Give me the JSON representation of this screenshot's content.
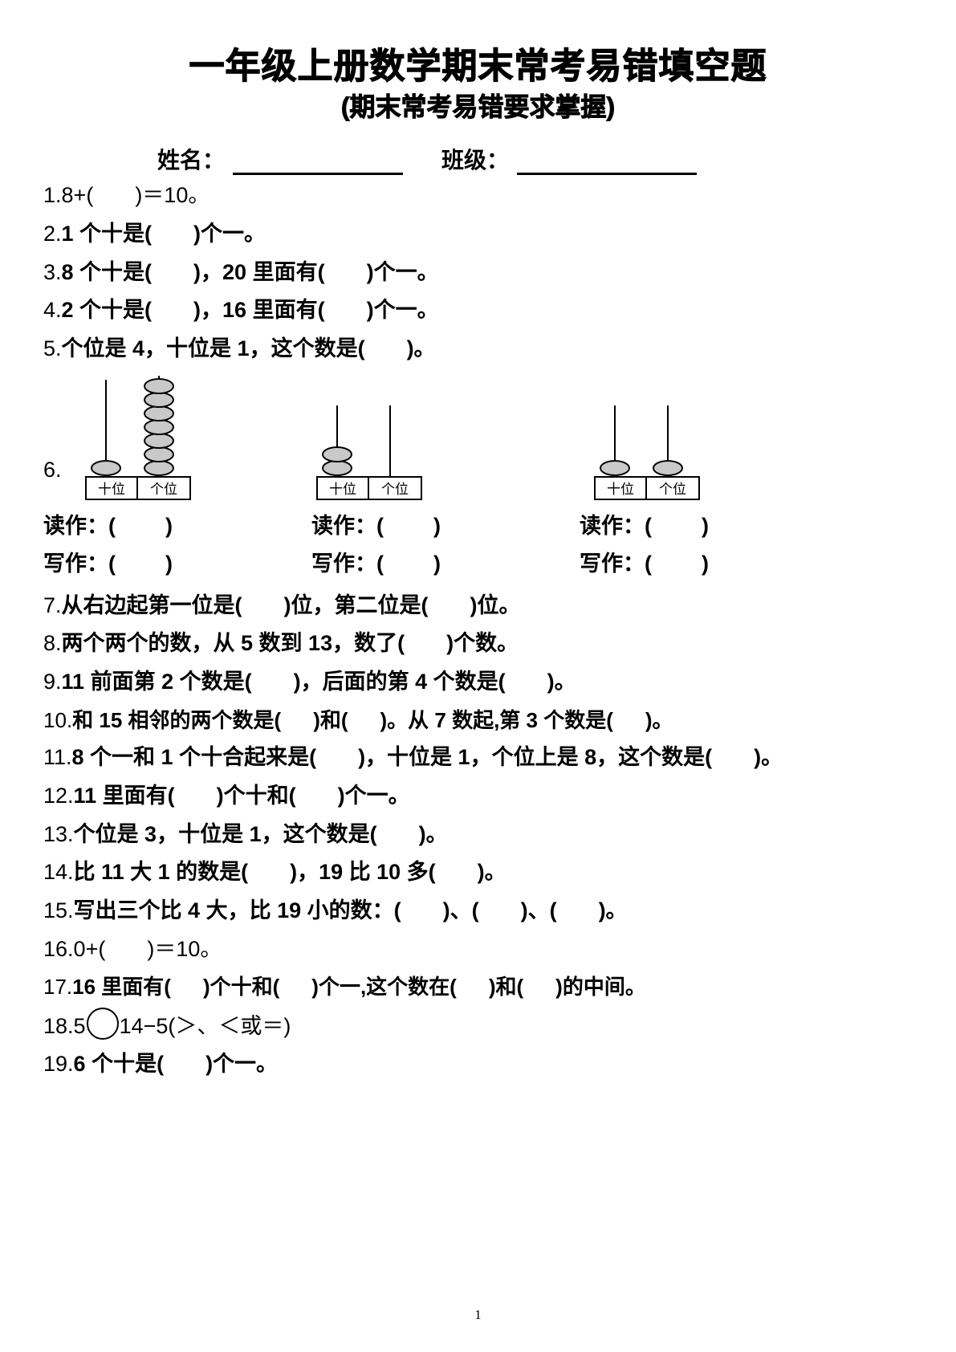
{
  "document": {
    "title_main": "一年级上册数学期末常考易错填空题",
    "title_sub": "(期末常考易错要求掌握)",
    "page_number": "1"
  },
  "id_row": {
    "name_label": "姓名：",
    "class_label": "班级："
  },
  "abacus_labels": {
    "tens": "十位",
    "ones": "个位"
  },
  "abacuses": [
    {
      "tens_beads": 1,
      "ones_beads": 7
    },
    {
      "tens_beads": 2,
      "ones_beads": 0
    },
    {
      "tens_beads": 1,
      "ones_beads": 1
    }
  ],
  "read_write": {
    "read_label": "读作：",
    "write_label": "写作：",
    "open_paren": "(",
    "close_paren": ")"
  },
  "questions": [
    {
      "num": "1.",
      "parts": [
        "8+(",
        "GAP",
        ")＝10。"
      ]
    },
    {
      "num": "2.",
      "parts": [
        "1 个十是(",
        "GAP",
        ")个一。"
      ]
    },
    {
      "num": "3.",
      "parts": [
        "8 个十是(",
        "GAP",
        ")，20 里面有(",
        "GAP",
        ")个一。"
      ]
    },
    {
      "num": "4.",
      "parts": [
        "2 个十是(",
        "GAP",
        ")，16 里面有(",
        "GAP",
        ")个一。"
      ]
    },
    {
      "num": "5.",
      "parts": [
        "个位是 4，十位是 1，这个数是(",
        "GAP",
        ")。"
      ]
    },
    {
      "num": "6.",
      "parts": []
    },
    {
      "num": "7.",
      "parts": [
        "从右边起第一位是(",
        "GAP",
        ")位，第二位是(",
        "GAP",
        ")位。"
      ]
    },
    {
      "num": "8.",
      "parts": [
        "两个两个的数，从 5 数到 13，数了(",
        "GAP",
        ")个数。"
      ]
    },
    {
      "num": "9.",
      "parts": [
        "11 前面第 2 个数是(",
        "GAP",
        ")，后面的第 4 个数是(",
        "GAP",
        ")。"
      ]
    },
    {
      "num": "10.",
      "parts": [
        "和 15 相邻的两个数是(",
        "GAP",
        ")和(",
        "GAP",
        ")。从 7 数起,第 3 个数是(",
        "GAP",
        ")。"
      ]
    },
    {
      "num": "11.",
      "parts": [
        "8 个一和 1 个十合起来是(",
        "GAP",
        ")，十位是 1，个位上是 8，这个数",
        "是(",
        "GAP",
        ")。"
      ]
    },
    {
      "num": "12.",
      "parts": [
        "11 里面有(",
        "GAP",
        ")个十和(",
        "GAP",
        ")个一。"
      ]
    },
    {
      "num": "13.",
      "parts": [
        "个位是 3，十位是 1，这个数是(",
        "GAP",
        ")。"
      ]
    },
    {
      "num": "14.",
      "parts": [
        "比 11 大 1 的数是(",
        "GAP",
        ")，19 比 10 多(",
        "GAP",
        ")。"
      ]
    },
    {
      "num": "15.",
      "parts": [
        "写出三个比 4 大，比 19 小的数：(",
        "GAP",
        ")、(",
        "GAP",
        ")、(",
        "GAP",
        ")。"
      ]
    },
    {
      "num": "16.",
      "parts": [
        "0+(",
        "GAP",
        ")＝10。"
      ]
    },
    {
      "num": "17.",
      "parts": [
        "16 里面有(",
        "GAP",
        ")个十和(",
        "GAP",
        ")个一,这个数在(",
        "GAP",
        ")和(",
        "GAP",
        ")的中间。"
      ]
    },
    {
      "num": "18.",
      "parts": [
        "5",
        "CIRCLE",
        "14−5(＞、＜或＝)"
      ]
    },
    {
      "num": "19.",
      "parts": [
        "6 个十是(",
        "GAP",
        ")个一。"
      ]
    }
  ],
  "question_text": {
    "q1_a": "8+(",
    "q1_b": ")＝10。",
    "q2_a": "1 个十是(",
    "q2_b": ")个一。",
    "q3_a": "8 个十是(",
    "q3_b": ")，20 里面有(",
    "q3_c": ")个一。",
    "q4_a": "2 个十是(",
    "q4_b": ")，16 里面有(",
    "q4_c": ")个一。",
    "q5_a": "个位是 4，十位是 1，这个数是(",
    "q5_b": ")。",
    "q7_a": "从右边起第一位是(",
    "q7_b": ")位，第二位是(",
    "q7_c": ")位。",
    "q8_a": "两个两个的数，从 5 数到 13，数了(",
    "q8_b": ")个数。",
    "q9_a": "11 前面第 2 个数是(",
    "q9_b": ")，后面的第 4 个数是(",
    "q9_c": ")。",
    "q10_a": "和 15 相邻的两个数是(",
    "q10_b": ")和(",
    "q10_c": ")。从 7 数起,第 3 个数是(",
    "q10_d": ")。",
    "q11_a": "8 个一和 1 个十合起来是(",
    "q11_b": ")，十位是 1，个位上是 8，这个数",
    "q11_c": "是(",
    "q11_d": ")。",
    "q12_a": "11 里面有(",
    "q12_b": ")个十和(",
    "q12_c": ")个一。",
    "q13_a": "个位是 3，十位是 1，这个数是(",
    "q13_b": ")。",
    "q14_a": "比 11 大 1 的数是(",
    "q14_b": ")，19 比 10 多(",
    "q14_c": ")。",
    "q15_a": "写出三个比 4 大，比 19 小的数：(",
    "q15_b": ")、(",
    "q15_c": ")、(",
    "q15_d": ")。",
    "q16_a": "0+(",
    "q16_b": ")＝10。",
    "q17_a": "16 里面有(",
    "q17_b": ")个十和(",
    "q17_c": ")个一,这个数在(",
    "q17_d": ")和(",
    "q17_e": ")的中间。",
    "q18_a": "5",
    "q18_b": "14−5(＞、＜或＝)",
    "q19_a": "6 个十是(",
    "q19_b": ")个一。"
  },
  "numbers": {
    "n1": "1.",
    "n2": "2.",
    "n3": "3.",
    "n4": "4.",
    "n5": "5.",
    "n6": "6.",
    "n7": "7.",
    "n8": "8.",
    "n9": "9.",
    "n10": "10.",
    "n11": "11.",
    "n12": "12.",
    "n13": "13.",
    "n14": "14.",
    "n15": "15.",
    "n16": "16.",
    "n17": "17.",
    "n18": "18.",
    "n19": "19."
  },
  "colors": {
    "ink": "#000000",
    "paper": "#ffffff",
    "bead_fill": "#c9c9c9"
  }
}
